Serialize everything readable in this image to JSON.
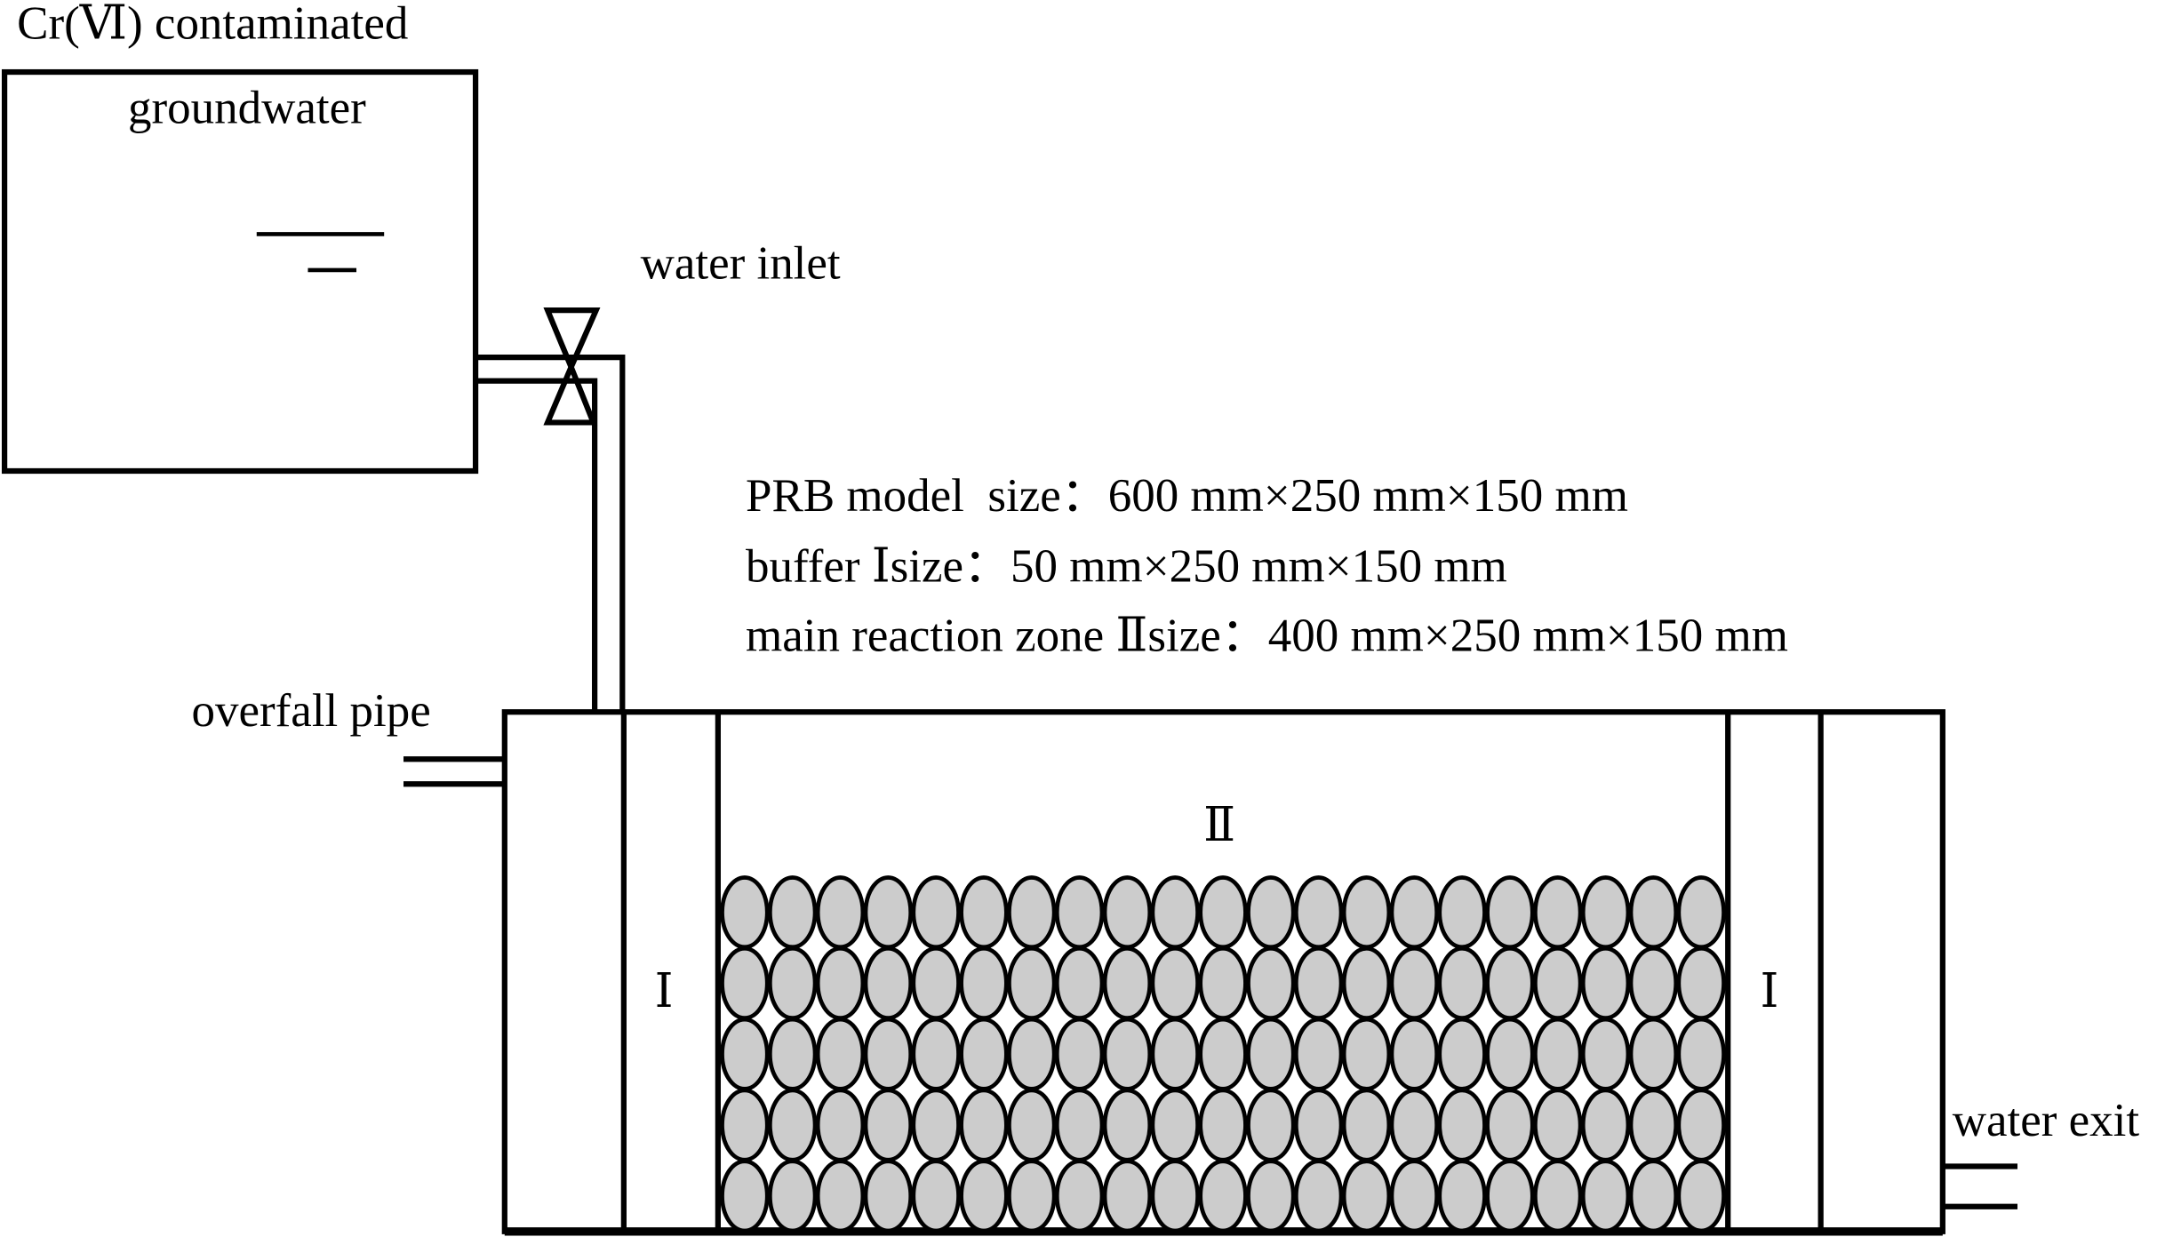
{
  "labels": {
    "tank_title": "Cr(Ⅵ) contaminated",
    "tank_subtitle": "groundwater",
    "water_inlet": "water inlet",
    "overfall_pipe": "overfall pipe",
    "water_exit": "water exit",
    "zone_buffer_left": "Ⅰ",
    "zone_buffer_right": "Ⅰ",
    "zone_main": "Ⅱ"
  },
  "specs": [
    "PRB model  size：600 mm×250 mm×150 mm",
    "buffer Ⅰsize：50 mm×250 mm×150 mm",
    "main reaction zone Ⅱsize：400 mm×250 mm×150 mm"
  ],
  "media_grid": {
    "rows": 5,
    "cols": 21
  },
  "colors": {
    "media_fill": "#cccccc",
    "line": "#000000"
  }
}
